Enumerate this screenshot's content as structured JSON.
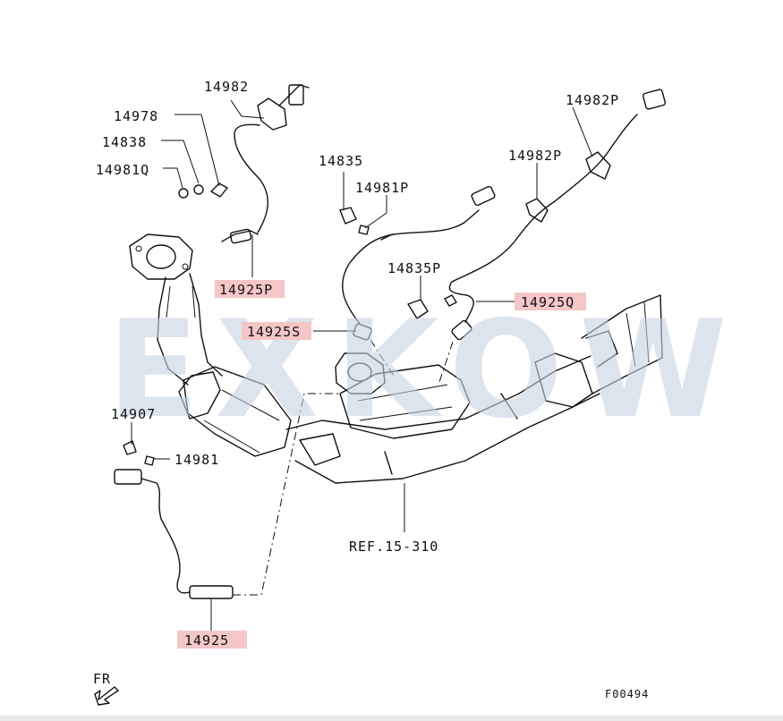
{
  "watermark": "EXKOW",
  "labels": {
    "p14982": "14982",
    "p14978": "14978",
    "p14838": "14838",
    "p14981q": "14981Q",
    "p14925p": "14925P",
    "p14835": "14835",
    "p14981p": "14981P",
    "p14835p": "14835P",
    "p14925s": "14925S",
    "p14982p_top": "14982P",
    "p14982p_mid": "14982P",
    "p14925q": "14925Q",
    "p14907": "14907",
    "p14981": "14981",
    "ref": "REF.15-310",
    "p14925": "14925",
    "fr": "FR",
    "code": "F00494"
  },
  "colors": {
    "highlight": "#f4c6c6",
    "line": "#111111",
    "watermark": "#c5d2e2"
  }
}
